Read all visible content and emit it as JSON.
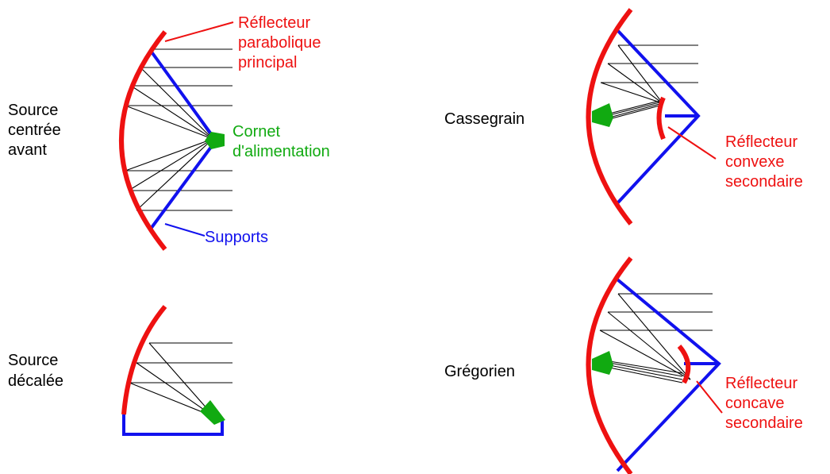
{
  "colors": {
    "reflector": "#ee1111",
    "feed": "#11aa11",
    "supports": "#1111ee",
    "rays": "#000000",
    "background": "#ffffff"
  },
  "front_feed": {
    "title_line1": "Source",
    "title_line2": "centrée",
    "title_line3": "avant",
    "reflector_line1": "Réflecteur",
    "reflector_line2": "parabolique",
    "reflector_line3": "principal",
    "feed_line1": "Cornet",
    "feed_line2": "d'alimentation",
    "supports": "Supports"
  },
  "offset_feed": {
    "title_line1": "Source",
    "title_line2": "décalée"
  },
  "cassegrain": {
    "title": "Cassegrain",
    "secondary_line1": "Réflecteur",
    "secondary_line2": "convexe",
    "secondary_line3": "secondaire"
  },
  "gregorian": {
    "title": "Grégorien",
    "secondary_line1": "Réflecteur",
    "secondary_line2": "concave",
    "secondary_line3": "secondaire"
  }
}
